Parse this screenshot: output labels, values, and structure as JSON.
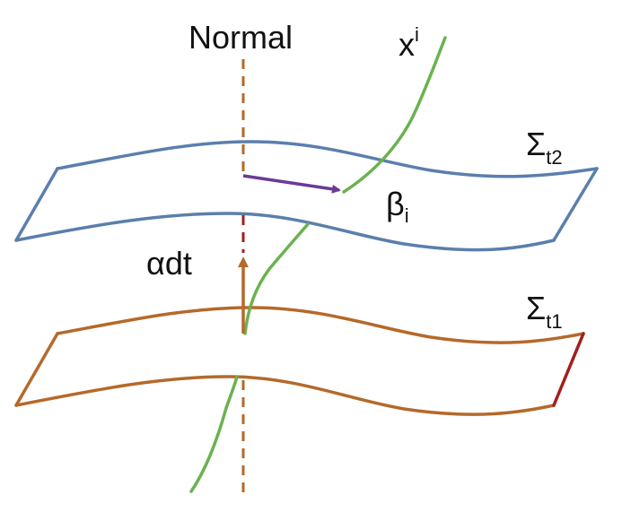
{
  "labels": {
    "normal": "Normal",
    "curve_main": "x",
    "curve_sup": "i",
    "shift_main": "β",
    "shift_sub": "i",
    "lapse": "αdt",
    "upper_main": "Σ",
    "upper_sub": "t2",
    "lower_main": "Σ",
    "lower_sub": "t1"
  },
  "colors": {
    "upper_surface": "#5b7fac",
    "lower_surface": "#b5692a",
    "lower_edge_right": "#a0201e",
    "normal_line": "#b5692a",
    "normal_segment_between": "#a0201e",
    "shift_arrow": "#6a3b96",
    "lapse_arrow": "#b5692a",
    "worldline": "#6ab24f",
    "text": "#111111"
  }
}
